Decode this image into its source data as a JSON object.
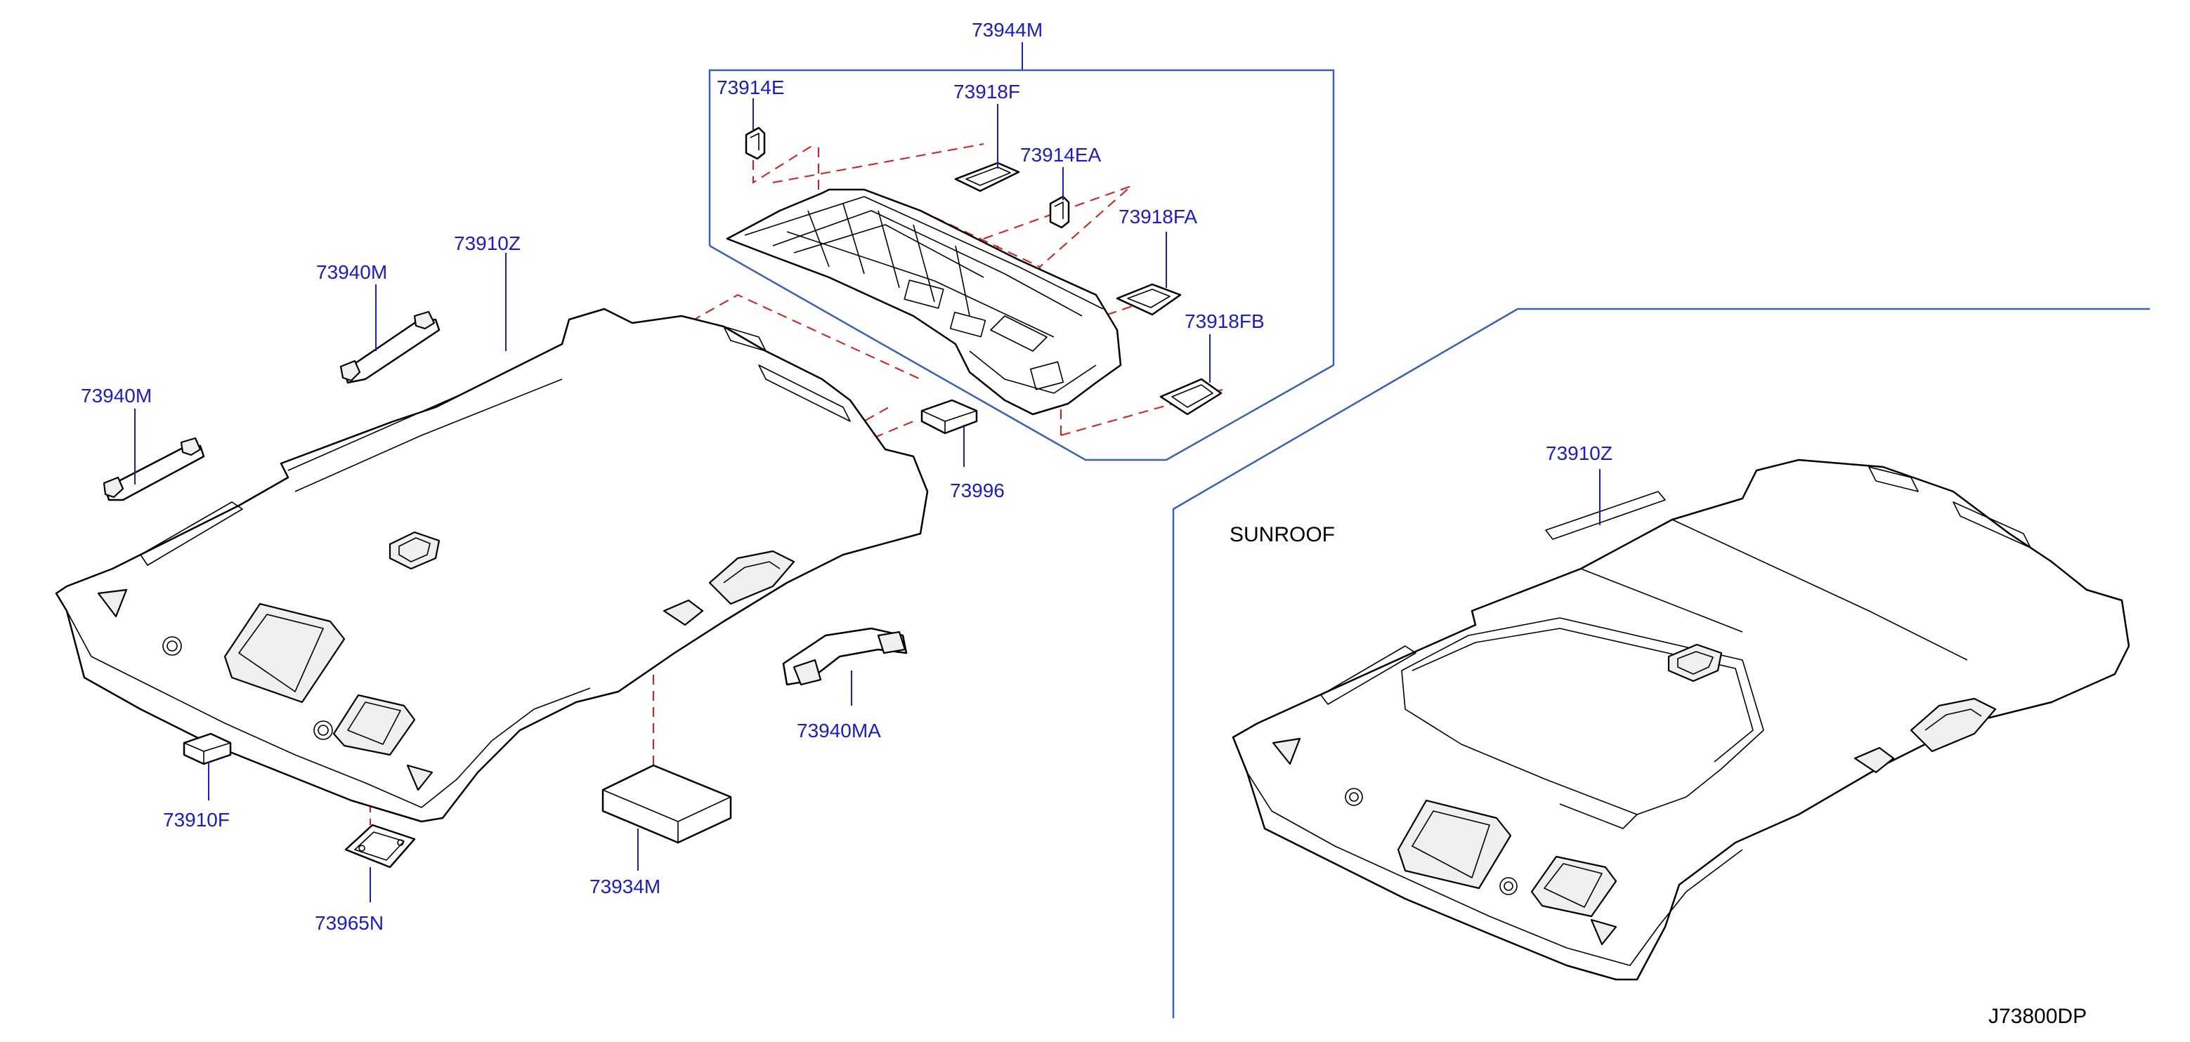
{
  "labels": {
    "p73944M": "73944M",
    "p73914E": "73914E",
    "p73918F": "73918F",
    "p73914EA": "73914EA",
    "p73918FA": "73918FA",
    "p73918FB": "73918FB",
    "p73910Z_main": "73910Z",
    "p73940M_upper": "73940M",
    "p73940M_lower": "73940M",
    "p73996": "73996",
    "p73940MA": "73940MA",
    "p73910F": "73910F",
    "p73934M": "73934M",
    "p73965N": "73965N",
    "p73910Z_sunroof": "73910Z"
  },
  "variant_label": "SUNROOF",
  "drawing_code": "J73800DP",
  "colors": {
    "label": "#1a1ad6",
    "frame": "#3b5fc0",
    "dashed_guide": "#e01818",
    "outline": "#000000"
  }
}
